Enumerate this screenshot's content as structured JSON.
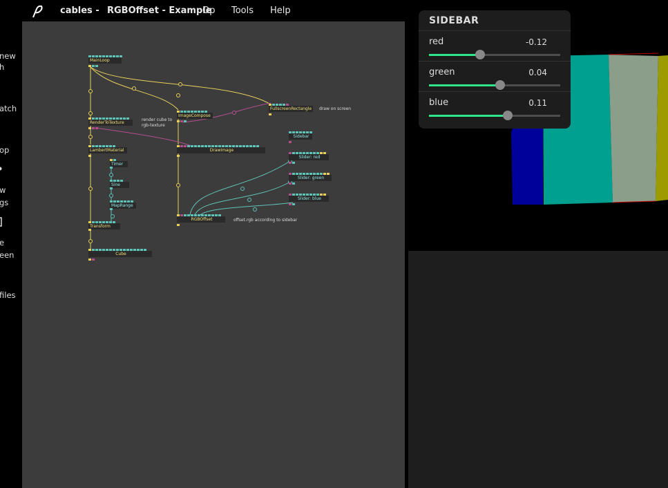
{
  "menubar": {
    "app_name": "cables -",
    "project_name": "RGBOffset - Example",
    "items": [
      "Op",
      "Tools",
      "Help"
    ]
  },
  "left_nav": {
    "fragments": [
      "new",
      "h",
      "atch",
      "op",
      "w",
      "gs",
      "e",
      "een",
      "files"
    ]
  },
  "patch": {
    "ops": [
      {
        "name": "MainLoop"
      },
      {
        "name": "RenderToTexture"
      },
      {
        "name": "LambertMaterial"
      },
      {
        "name": "Timer"
      },
      {
        "name": "Sine"
      },
      {
        "name": "MapRange"
      },
      {
        "name": "Transform"
      },
      {
        "name": "Cube"
      },
      {
        "name": "ImageCompose"
      },
      {
        "name": "DrawImage"
      },
      {
        "name": "RGBOffset"
      },
      {
        "name": "FullscreenRectangle"
      },
      {
        "name": "Sidebar"
      },
      {
        "name": "Slider: red"
      },
      {
        "name": "Slider: green"
      },
      {
        "name": "Slider: blue"
      }
    ],
    "comments": {
      "render_cube": [
        "render cube to",
        "rgb-texture"
      ],
      "draw_on_screen": "draw on screen",
      "offset_rgb": "offset.rgb according to sidebar"
    }
  },
  "sidebar": {
    "title": "SIDEBAR",
    "sliders": [
      {
        "label": "red",
        "value": "-0.12",
        "fraction": 0.39
      },
      {
        "label": "green",
        "value": "0.04",
        "fraction": 0.54
      },
      {
        "label": "blue",
        "value": "0.11",
        "fraction": 0.6
      }
    ],
    "accent_color": "#2ee68b"
  },
  "colors": {
    "trigger": "#e8d05a",
    "number": "#5fc4b8",
    "texture": "#b44f8e",
    "patch_bg": "#3c3c3c"
  }
}
